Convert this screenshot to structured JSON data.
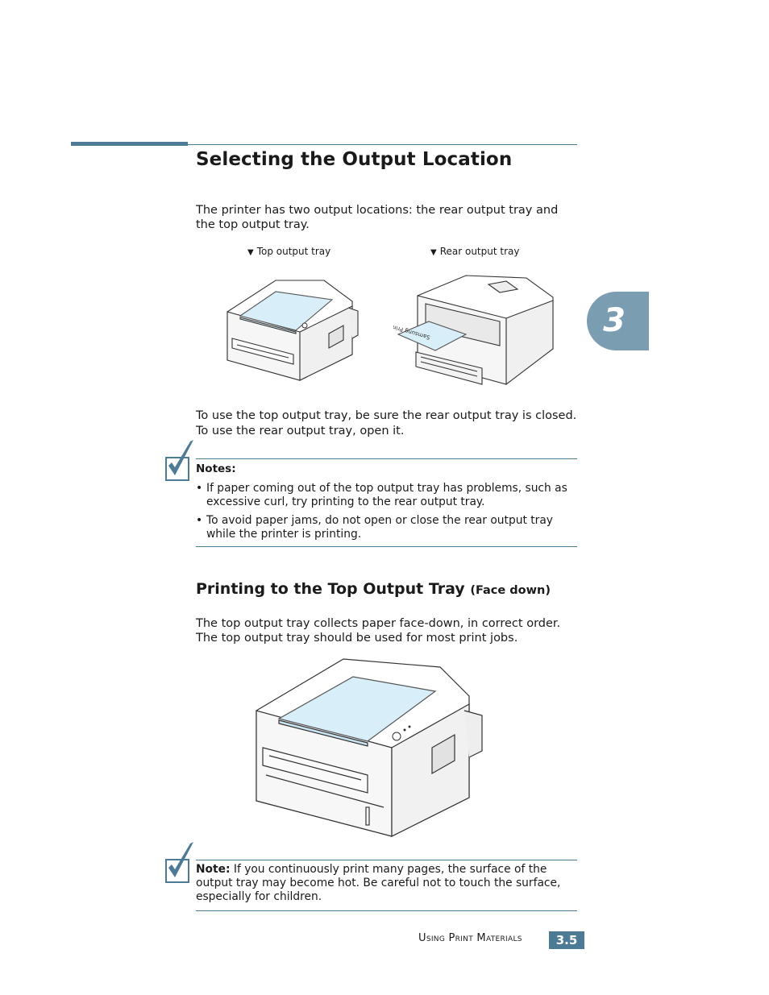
{
  "heading": "Selecting the Output Location",
  "intro": "The printer has two output locations: the rear output tray and the top output tray.",
  "figure_captions": {
    "top": "Top output tray",
    "rear": "Rear output tray"
  },
  "printer_paper_text": "Samsung Printer",
  "usage_line1": "To use the top output tray, be sure the rear output tray is closed.",
  "usage_line2": "To use the rear output tray, open it.",
  "notes": {
    "title": "Notes:",
    "bullet": "•",
    "items": [
      "If paper coming out of the top output tray has problems, such as excessive curl, try printing to the rear output tray.",
      "To avoid paper jams, do not open or close the rear output tray while the printer is printing."
    ]
  },
  "subheading": {
    "main": "Printing to the Top Output Tray",
    "suffix": "(Face down)"
  },
  "sub_body_line1": "The top output tray collects paper face-down, in correct order.",
  "sub_body_line2": "The top output tray should be used for most print jobs.",
  "note2": {
    "label": "Note:",
    "text": " If you continuously print many pages, the surface of the output tray may become hot. Be careful not to touch the surface, especially for children."
  },
  "chapter_number": "3",
  "footer": {
    "section": "Using Print Materials",
    "page": "3.5"
  },
  "colors": {
    "accent": "#4d7a94",
    "tab": "#7a9db2",
    "paper": "#d8eef8"
  },
  "icons": [
    "checkmark-note-icon",
    "down-triangle-icon"
  ]
}
